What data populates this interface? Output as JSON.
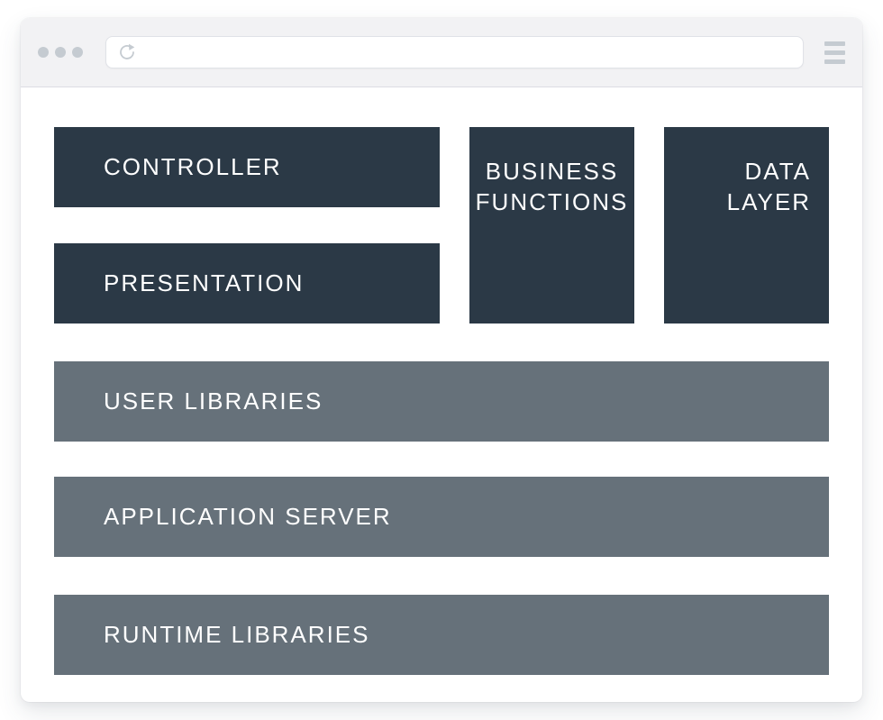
{
  "browser": {
    "window_controls": {
      "dot_count": 3
    },
    "address_bar": {
      "value": "",
      "refresh_icon": "circular-reload-arrow"
    },
    "menu_icon": "hamburger-three-bars"
  },
  "diagram": {
    "controller": {
      "label": "CONTROLLER"
    },
    "presentation": {
      "label": "PRESENTATION"
    },
    "business_functions": {
      "label": "BUSINESS FUNCTIONS",
      "lines": [
        "BUSINESS",
        "FUNCTIONS"
      ]
    },
    "data_layer": {
      "label": "DATA LAYER",
      "lines": [
        "DATA",
        "LAYER"
      ]
    },
    "stack_rows": [
      {
        "label": "USER LIBRARIES"
      },
      {
        "label": "APPLICATION SERVER"
      },
      {
        "label": "RUNTIME LIBRARIES"
      }
    ]
  },
  "colors": {
    "dark_box": "#2b3946",
    "gray_box": "#66717a",
    "box_text": "#ffffff",
    "chrome_bg": "#f2f2f4",
    "chrome_divider": "#dcdde3",
    "icon_gray": "#c5cbd1",
    "urlbar_bg": "#ffffff",
    "urlbar_border": "#e0e2e7",
    "canvas_bg": "#ffffff"
  }
}
